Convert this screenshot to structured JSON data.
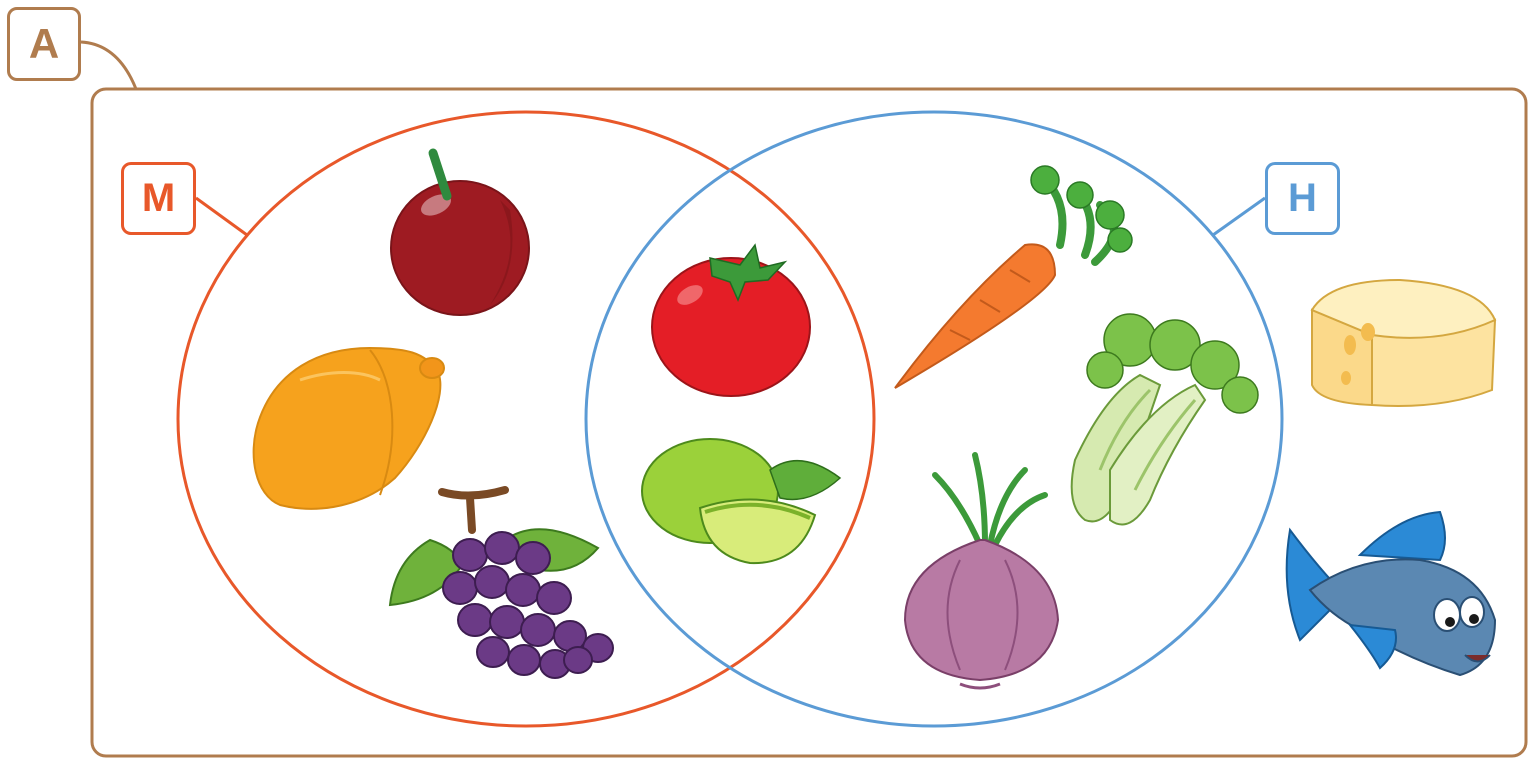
{
  "labels": {
    "universe": "A",
    "set_left": "M",
    "set_right": "H"
  },
  "colors": {
    "universe": "#b07c4e",
    "set_left": "#e8582a",
    "set_right": "#5b9bd5"
  },
  "items": {
    "only_left": [
      "cherry-icon",
      "papaya-icon",
      "grapes-icon"
    ],
    "both": [
      "tomato-icon",
      "lime-icon"
    ],
    "only_right": [
      "carrot-icon",
      "celery-icon",
      "onion-icon"
    ],
    "outside": [
      "cheese-icon",
      "fish-icon"
    ]
  }
}
